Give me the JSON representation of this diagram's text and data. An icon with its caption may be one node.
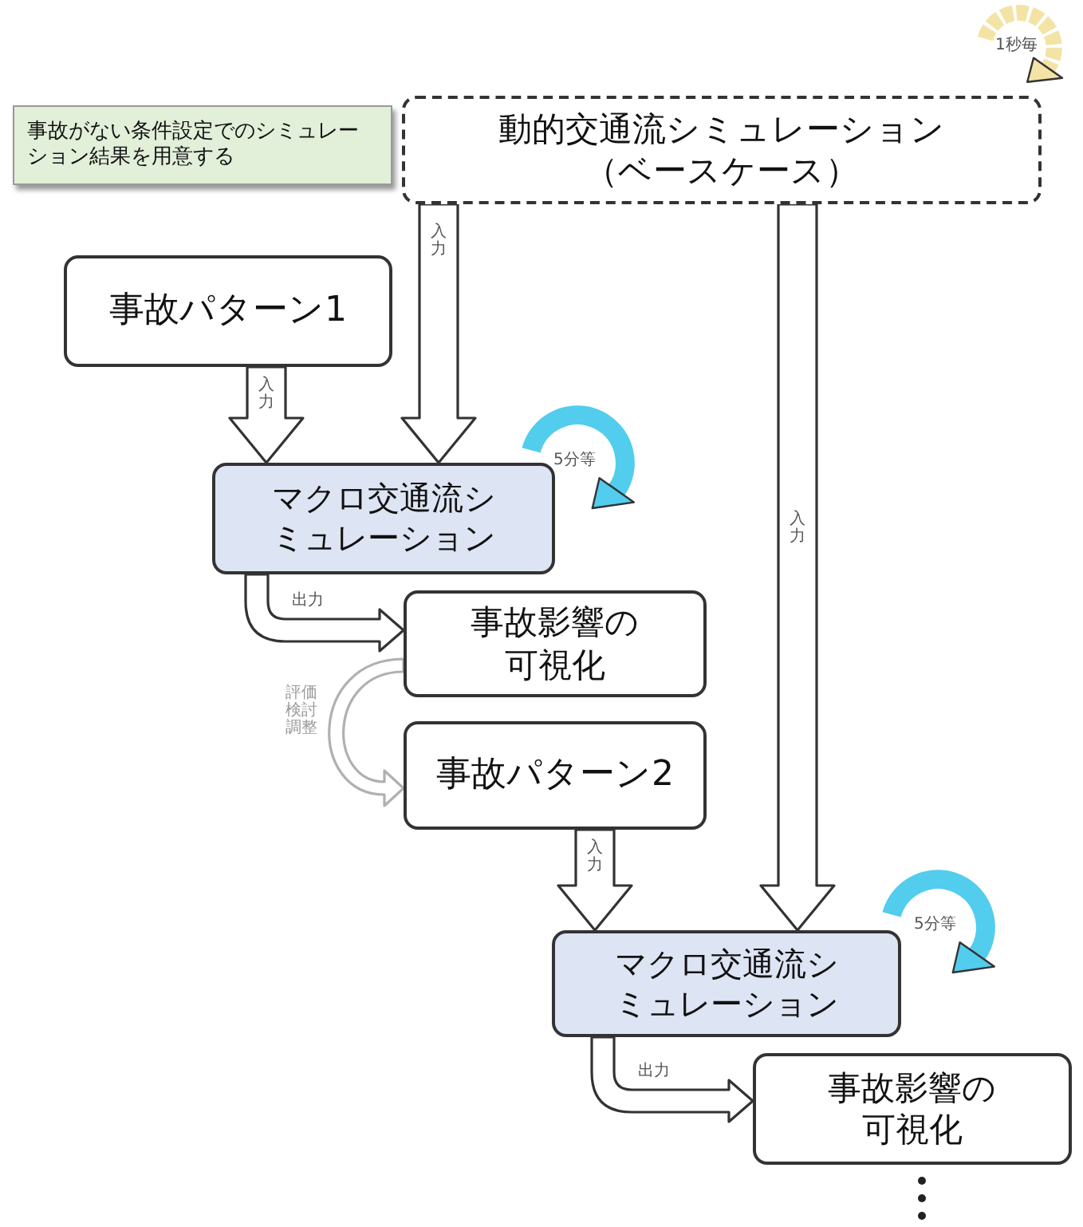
{
  "diagram": {
    "nodes": [
      {
        "text": [
          "事故がない条件設定でのシミュレーション結果を用意する"
        ]
      },
      {
        "text": [
          "動的交通流シミュレーション",
          "（ベースケース）"
        ]
      },
      {
        "text": [
          "事故パターン1"
        ]
      },
      {
        "text": [
          "マクロ交通流シミュレーション"
        ]
      },
      {
        "text": [
          "事故影響の可視化"
        ]
      },
      {
        "text": [
          "事故パターン2"
        ]
      },
      {
        "text": [
          "マクロ交通流シミュレーション"
        ]
      },
      {
        "text": [
          "事故影響の可視化"
        ]
      }
    ],
    "edges": [
      {
        "from": 1,
        "to": 3,
        "arrow": "to",
        "label": "入力"
      },
      {
        "from": 2,
        "to": 3,
        "arrow": "to",
        "label": "入力"
      },
      {
        "from": 3,
        "to": 4,
        "arrow": "to",
        "label": "出力"
      },
      {
        "from": 4,
        "to": 5,
        "arrow": "to",
        "label": "評価検討調整",
        "color": "#b0b0b0"
      },
      {
        "from": 5,
        "to": 6,
        "arrow": "to",
        "label": "入力"
      },
      {
        "from": 1,
        "to": 6,
        "arrow": "to",
        "label": "入力"
      },
      {
        "from": 6,
        "to": 7,
        "arrow": "to",
        "label": "出力"
      },
      {
        "from": 1,
        "to": 1,
        "arrow": "to",
        "label": "1秒毎",
        "style": "dashed",
        "color": "#f3e4a6"
      },
      {
        "from": 3,
        "to": 3,
        "arrow": "to",
        "label": "5分等",
        "color": "#52cdee"
      },
      {
        "from": 6,
        "to": 6,
        "arrow": "to",
        "label": "5分等",
        "color": "#52cdee"
      }
    ]
  }
}
